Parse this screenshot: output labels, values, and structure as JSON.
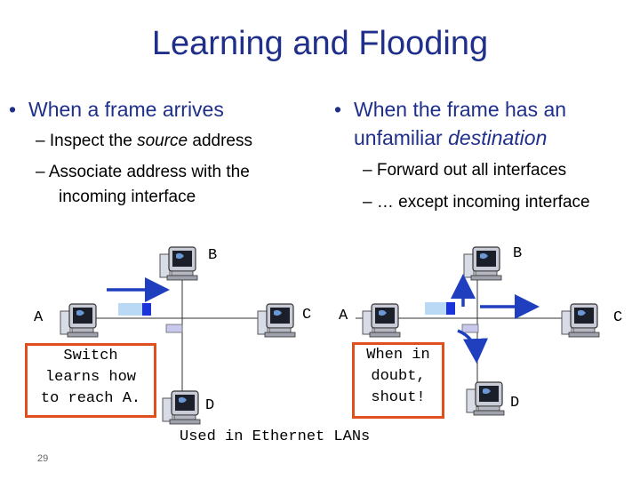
{
  "title": "Learning and Flooding",
  "left_bullet": {
    "heading": "When a frame arrives",
    "items": [
      {
        "pre": "Inspect the ",
        "em": "source",
        "post": " address"
      },
      {
        "line1": "Associate address with the",
        "line2": "incoming interface"
      }
    ]
  },
  "right_bullet": {
    "heading_line1": "When the frame has an",
    "heading_line2_pre": "unfamiliar ",
    "heading_line2_em": "destination",
    "items": [
      "Forward out all interfaces",
      "… except incoming interface"
    ]
  },
  "left_diagram": {
    "labels": {
      "a": "A",
      "b": "B",
      "c": "C",
      "d": "D"
    },
    "callout": [
      "Switch",
      "learns how",
      "to reach A."
    ]
  },
  "right_diagram": {
    "labels": {
      "a": "A",
      "b": "B",
      "c": "C",
      "d": "D"
    },
    "callout": [
      "When in",
      "doubt,",
      "shout!"
    ]
  },
  "footer_caption": "Used in Ethernet LANs",
  "page_number": "29",
  "colors": {
    "title": "#1f2f8a",
    "arrow": "#1f3fbf",
    "callout_border": "#e0501e",
    "frame": "#1a34d9"
  },
  "icons": [
    "computer-icon",
    "frame-icon"
  ]
}
